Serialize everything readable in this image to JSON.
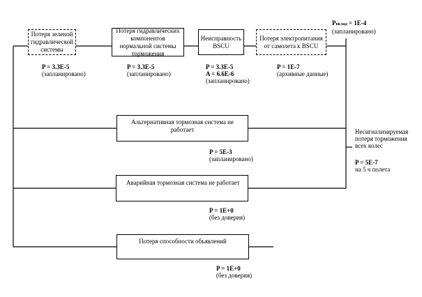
{
  "top_events": [
    {
      "text": "Потеря зеленой гидравлической системы",
      "p": "P = 3.3E-5",
      "a": "",
      "note": "(запланировано)"
    },
    {
      "text": "Потеря гидравлических компонентов нормальной системы торможения",
      "p": "P = 3.3E-5",
      "a": "",
      "note": "(запланировано)"
    },
    {
      "text": "Неисправность BSCU",
      "p": "P = 3.3E-5",
      "a": "A = 6.6E-6",
      "note": "(запланировано)"
    },
    {
      "text": "Потеря электропитания от самолета к BSCU",
      "p": "P = 1E-7",
      "a": "",
      "note": "(архивные данные)"
    }
  ],
  "top_right": {
    "p_prefix": "P",
    "p_sub": "вклад",
    "p_value": " = 1E-4",
    "note": "(запланировано)"
  },
  "middle_events": [
    {
      "text": "Альтернативная тормозная система не работает",
      "p": "P = 5E-3",
      "note": "(запланировано)"
    },
    {
      "text": "Аварийная тормозная система не работает",
      "p": "P = 1E+0",
      "note": "(без доверия)"
    },
    {
      "text": "Потеря способности объявлений",
      "p": "P = 1E+0",
      "note": "(без доверия)"
    }
  ],
  "result": {
    "text": "Несигнализируемая потеря торможения всех колес",
    "p": "P = 5E-7",
    "note": "на 5 ч полета"
  }
}
